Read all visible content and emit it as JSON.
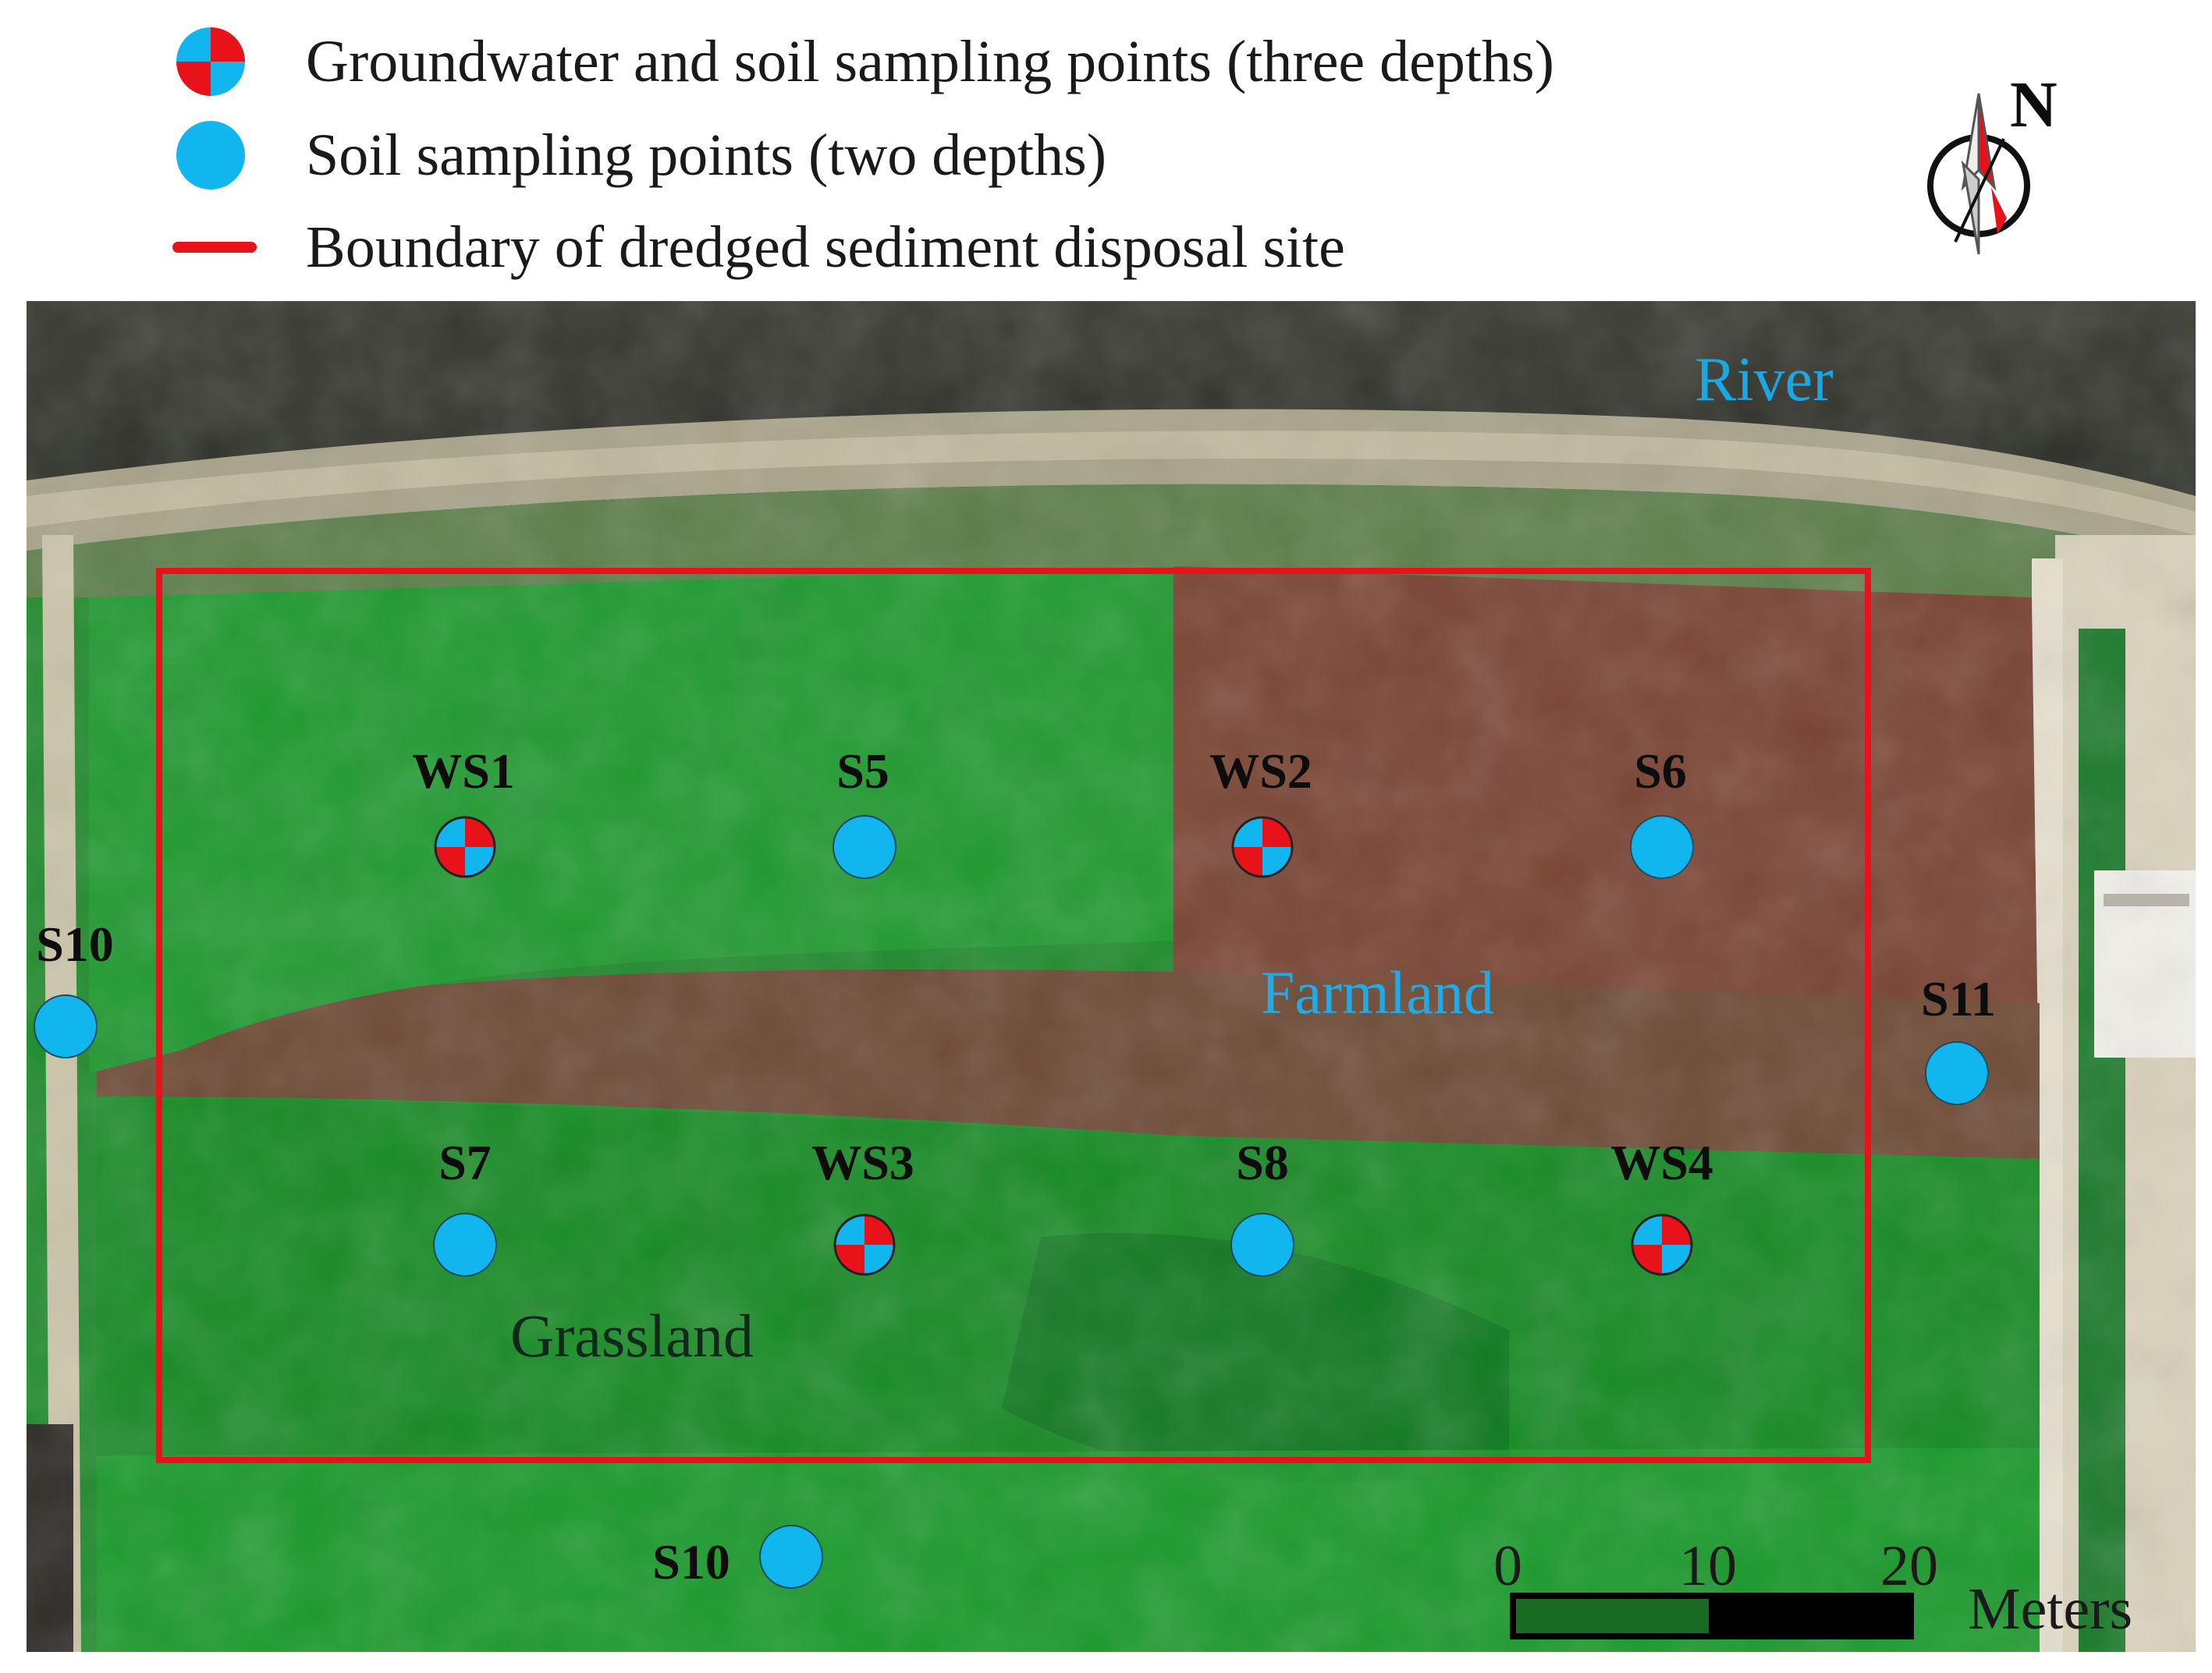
{
  "legend": {
    "items": [
      {
        "label": "Groundwater and soil sampling points (three depths)",
        "symbol": "quartered-circle-icon"
      },
      {
        "label": "Soil sampling points (two depths)",
        "symbol": "blue-circle-icon"
      },
      {
        "label": "Boundary of dredged sediment disposal site",
        "symbol": "red-line-icon"
      }
    ]
  },
  "north_arrow": {
    "label": "N"
  },
  "areas": {
    "river": "River",
    "farmland": "Farmland",
    "grassland": "Grassland"
  },
  "points": [
    {
      "id": "WS1",
      "kind": "groundwater-soil"
    },
    {
      "id": "S5",
      "kind": "soil"
    },
    {
      "id": "WS2",
      "kind": "groundwater-soil"
    },
    {
      "id": "S6",
      "kind": "soil"
    },
    {
      "id": "S10",
      "kind": "soil"
    },
    {
      "id": "S11",
      "kind": "soil"
    },
    {
      "id": "S7",
      "kind": "soil"
    },
    {
      "id": "WS3",
      "kind": "groundwater-soil"
    },
    {
      "id": "S8",
      "kind": "soil"
    },
    {
      "id": "WS4",
      "kind": "groundwater-soil"
    },
    {
      "id": "S10",
      "kind": "soil"
    }
  ],
  "scale_bar": {
    "ticks": [
      "0",
      "10",
      "20"
    ],
    "unit": "Meters"
  },
  "colors": {
    "boundary": "#e8131a",
    "point_blue": "#12b6ee",
    "point_red": "#e8131a",
    "river_label": "#1aa7e6",
    "farmland_label": "#22a9e8",
    "grassland_label": "#0f2a1a"
  }
}
